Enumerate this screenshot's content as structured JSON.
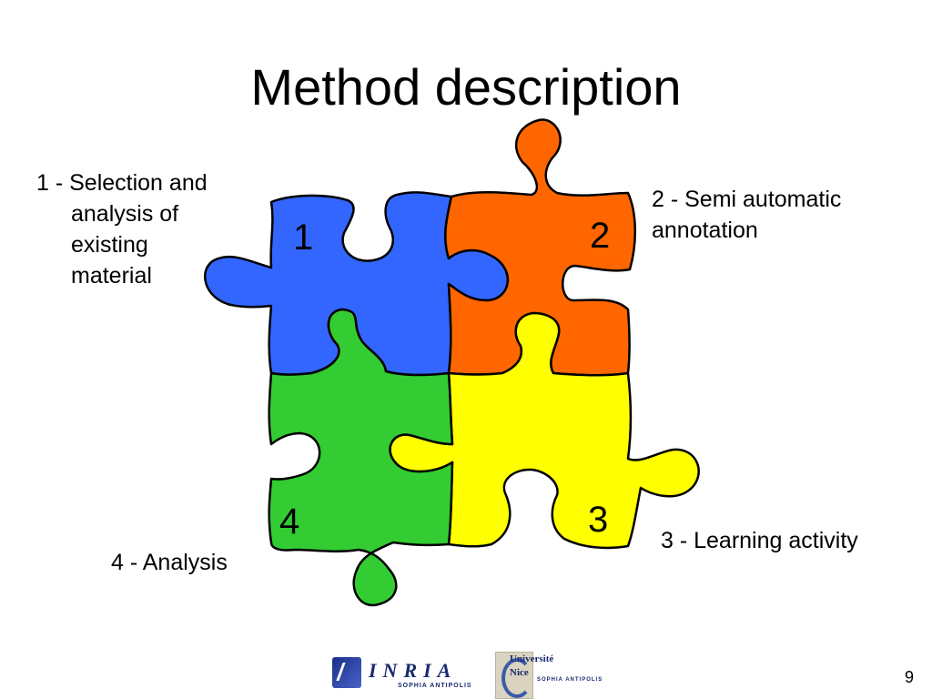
{
  "slide": {
    "title": "Method description",
    "page_number": "9"
  },
  "steps": [
    {
      "number": "1",
      "label_lines": [
        "1 - Selection and",
        "analysis of",
        "existing",
        "material"
      ],
      "color": "#3366ff"
    },
    {
      "number": "2",
      "label_lines": [
        "2 - Semi automatic",
        "annotation"
      ],
      "color": "#ff6600"
    },
    {
      "number": "3",
      "label_lines": [
        "3 - Learning activity"
      ],
      "color": "#ffff00"
    },
    {
      "number": "4",
      "label_lines": [
        "4 - Analysis"
      ],
      "color": "#33cc33"
    }
  ],
  "logos": {
    "inria": {
      "name": "INRIA",
      "subtitle": "SOPHIA ANTIPOLIS",
      "icon": "inria-logo"
    },
    "unice": {
      "name_line1": "Université",
      "name_line2": "Nice",
      "subtitle": "SOPHIA ANTIPOLIS",
      "icon": "universite-nice-logo"
    }
  }
}
